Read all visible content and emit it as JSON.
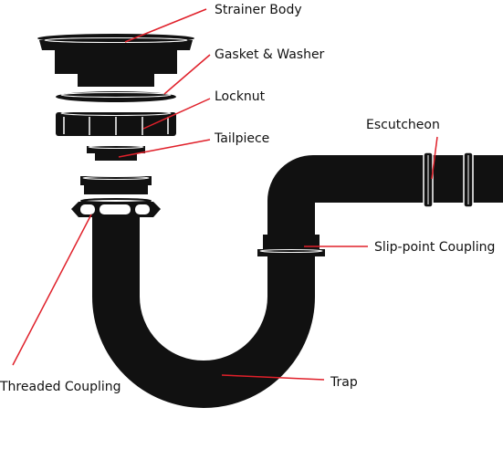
{
  "colors": {
    "part": "#111111",
    "highlight": "#ffffff",
    "leader": "#e0202a",
    "text": "#111111",
    "background": "#ffffff"
  },
  "labels": {
    "strainer_body": "Strainer Body",
    "gasket_washer": "Gasket & Washer",
    "locknut": "Locknut",
    "tailpiece": "Tailpiece",
    "escutcheon": "Escutcheon",
    "slip_point_coupling": "Slip-point Coupling",
    "threaded_coupling": "Threaded Coupling",
    "trap": "Trap"
  }
}
